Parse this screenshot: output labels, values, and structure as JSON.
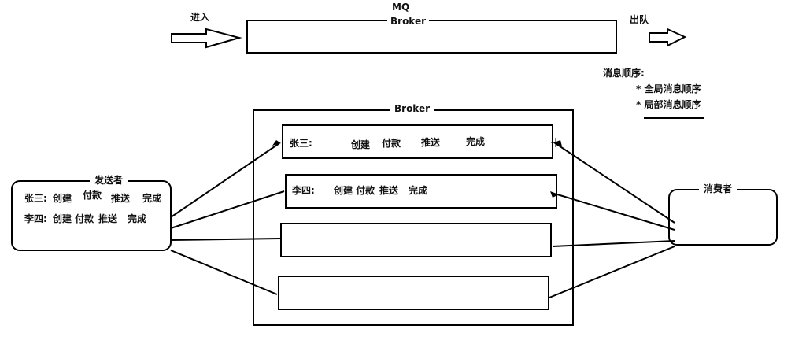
{
  "top": {
    "mq_label": "MQ",
    "broker_label": "Broker",
    "enter_label": "进入",
    "exit_label": "出队"
  },
  "order_note": {
    "title": "消息顺序:",
    "items": [
      "* 全局消息顺序",
      "* 局部消息顺序"
    ]
  },
  "broker": {
    "label": "Broker",
    "queue1": {
      "name": "张三:",
      "steps": [
        "创建",
        "付款",
        "推送",
        "完成"
      ]
    },
    "queue2": {
      "name": "李四:",
      "steps": [
        "创建 付款",
        "推送",
        "完成"
      ]
    }
  },
  "sender": {
    "label": "发送者",
    "row1": {
      "name": "张三:",
      "steps": [
        "创建",
        "付款",
        "推送",
        "完成"
      ]
    },
    "row2": {
      "name": "李四:",
      "steps": [
        "创建 付款",
        "推送",
        "完成"
      ]
    }
  },
  "consumer": {
    "label": "消费者"
  },
  "colors": {
    "stroke": "#000000",
    "background": "#ffffff"
  }
}
